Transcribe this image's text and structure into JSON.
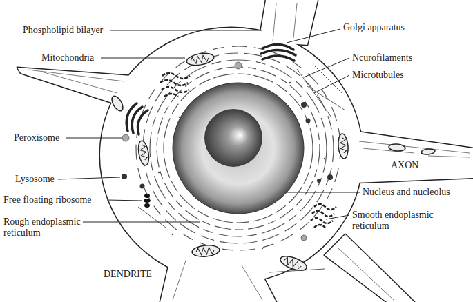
{
  "diagram": {
    "labels": [
      "Phospholipid bilayer",
      "Golgi apparatus",
      "Mitochondria",
      "Ncurofilaments",
      "Microtubules",
      "Peroxisome",
      "AXON",
      "Lysosome",
      "Nucleus and nucleolus",
      "Free floating ribosome",
      "Smooth endoplasmic reticulum",
      "Rough endoplasmic reticulum",
      "DENDRITE"
    ]
  }
}
